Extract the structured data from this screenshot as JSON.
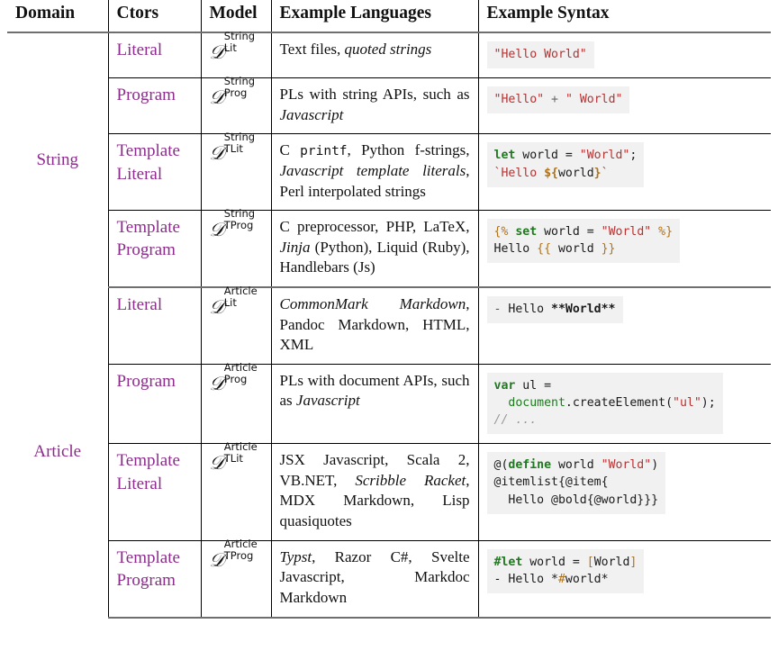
{
  "table": {
    "headers": [
      {
        "id": "domain",
        "label": "Domain"
      },
      {
        "id": "ctors",
        "label": "Ctors"
      },
      {
        "id": "model",
        "label": "Model"
      },
      {
        "id": "langs",
        "label": "Example Languages"
      },
      {
        "id": "syntax",
        "label": "Example Syntax"
      }
    ],
    "colors": {
      "accent_purple": "#8d2b8d",
      "rule_gray": "#6f6f6f",
      "rule_black": "#000000",
      "code_background": "#f1f1f1",
      "code_string": "#b93131",
      "code_keyword": "#1f7a1f",
      "code_comment": "#999999",
      "code_brace": "#b07219"
    },
    "groups": [
      {
        "domain": "String",
        "rows": [
          {
            "ctors": "Literal",
            "model_base": "D",
            "model_sup": "String",
            "model_sub": "Lit",
            "languages": "Text files, quoted strings",
            "code_lines": [
              "\"Hello World\""
            ]
          },
          {
            "ctors": "Program",
            "model_base": "D",
            "model_sup": "String",
            "model_sub": "Prog",
            "languages": "PLs with string APIs, such as Javascript",
            "code_lines": [
              "\"Hello\" + \" World\""
            ]
          },
          {
            "ctors": "Template Literal",
            "model_base": "D",
            "model_sup": "String",
            "model_sub": "TLit",
            "languages": "C printf, Python f-strings, Javascript template literals, Perl interpolated strings",
            "code_lines": [
              "let world = \"World\";",
              "`Hello ${world}`"
            ]
          },
          {
            "ctors": "Template Program",
            "model_base": "D",
            "model_sup": "String",
            "model_sub": "TProg",
            "languages": "C preprocessor, PHP, LaTeX, Jinja (Python), Liquid (Ruby), Handlebars (Js)",
            "code_lines": [
              "{% set world = \"World\" %}",
              "Hello {{ world }}"
            ]
          }
        ]
      },
      {
        "domain": "Article",
        "rows": [
          {
            "ctors": "Literal",
            "model_base": "D",
            "model_sup": "Article",
            "model_sub": "Lit",
            "languages": "CommonMark Markdown, Pandoc Markdown, HTML, XML",
            "code_lines": [
              "- Hello **World**"
            ]
          },
          {
            "ctors": "Program",
            "model_base": "D",
            "model_sup": "Article",
            "model_sub": "Prog",
            "languages": "PLs with document APIs, such as Javascript",
            "code_lines": [
              "var ul =",
              "  document.createElement(\"ul\");",
              "// ..."
            ]
          },
          {
            "ctors": "Template Literal",
            "model_base": "D",
            "model_sup": "Article",
            "model_sub": "TLit",
            "languages": "JSX Javascript, Scala 2, VB.NET, Scribble Racket, MDX Markdown, Lisp quasiquotes",
            "code_lines": [
              "@(define world \"World\")",
              "@itemlist{@item{",
              "  Hello @bold{@world}}}"
            ]
          },
          {
            "ctors": "Template Program",
            "model_base": "D",
            "model_sup": "Article",
            "model_sub": "TProg",
            "languages": "Typst, Razor C#, Svelte Javascript, Markdoc Markdown",
            "code_lines": [
              "#let world = [World]",
              "- Hello *#world*"
            ]
          }
        ]
      }
    ]
  }
}
